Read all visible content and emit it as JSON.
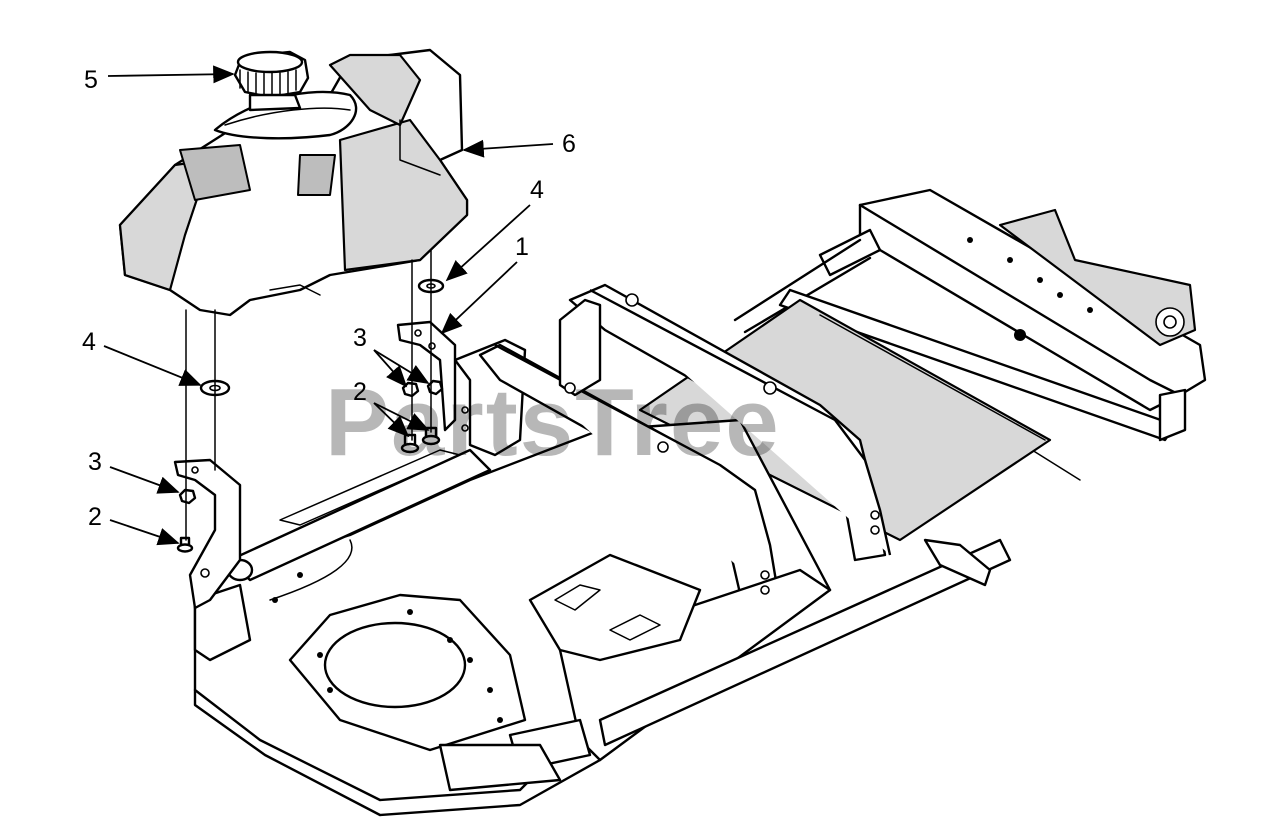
{
  "watermark": "PartsTree",
  "callouts": [
    {
      "id": "c5",
      "label": "5"
    },
    {
      "id": "c6",
      "label": "6"
    },
    {
      "id": "c4a",
      "label": "4"
    },
    {
      "id": "c1",
      "label": "1"
    },
    {
      "id": "c3a",
      "label": "3"
    },
    {
      "id": "c2a",
      "label": "2"
    },
    {
      "id": "c4b",
      "label": "4"
    },
    {
      "id": "c3b",
      "label": "3"
    },
    {
      "id": "c2b",
      "label": "2"
    }
  ],
  "parts": [
    {
      "ref": "1",
      "name": "bracket"
    },
    {
      "ref": "2",
      "name": "bolt"
    },
    {
      "ref": "3",
      "name": "nut"
    },
    {
      "ref": "4",
      "name": "washer"
    },
    {
      "ref": "5",
      "name": "fuel-cap"
    },
    {
      "ref": "6",
      "name": "fuel-tank"
    }
  ]
}
